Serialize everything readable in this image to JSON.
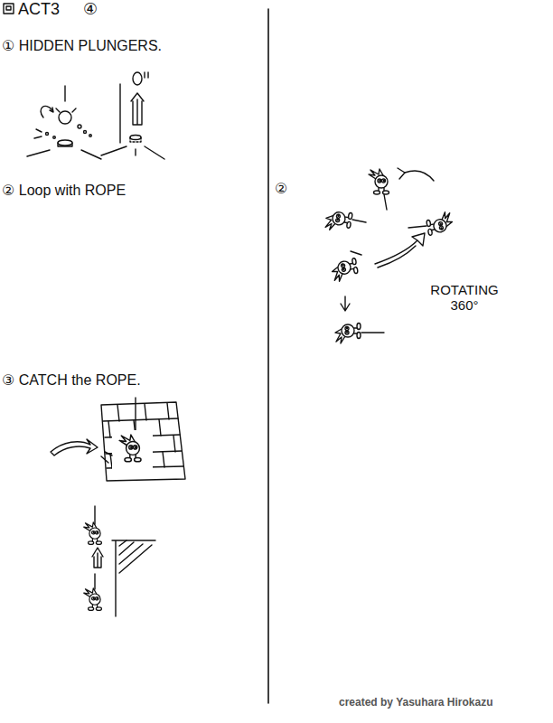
{
  "diagram": {
    "title": "ACT3",
    "labels": [
      "④",
      "① HIDDEN PLUNGERS.",
      "② Loop with ROPE",
      "③ CATCH the ROPE.",
      "②",
      "ROTATING 360°",
      "created by Yasuhara Hirokazu"
    ]
  }
}
